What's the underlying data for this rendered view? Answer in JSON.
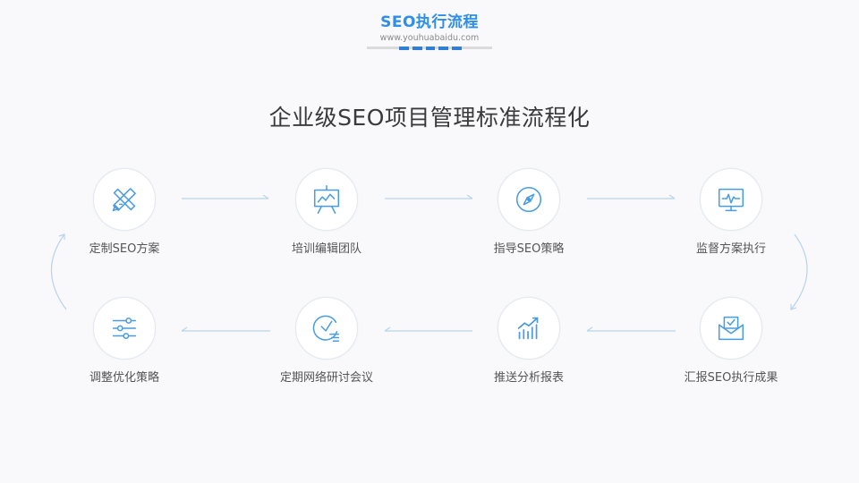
{
  "header": {
    "title": "SEO执行流程",
    "url": "www.youhuabaidu.com"
  },
  "main_title": "企业级SEO项目管理标准流程化",
  "steps": [
    {
      "label": "定制SEO方案",
      "icon": "ruler-pencil-icon"
    },
    {
      "label": "培训编辑团队",
      "icon": "presentation-board-icon"
    },
    {
      "label": "指导SEO策略",
      "icon": "compass-icon"
    },
    {
      "label": "监督方案执行",
      "icon": "monitor-pulse-icon"
    },
    {
      "label": "汇报SEO执行成果",
      "icon": "envelope-check-icon"
    },
    {
      "label": "推送分析报表",
      "icon": "bar-chart-icon"
    },
    {
      "label": "定期网络研讨会议",
      "icon": "clock-icon"
    },
    {
      "label": "调整优化策略",
      "icon": "sliders-icon"
    }
  ],
  "colors": {
    "accent": "#2f8ee8",
    "icon_stroke": "#4a9be0",
    "connector": "#b9d3ea"
  }
}
